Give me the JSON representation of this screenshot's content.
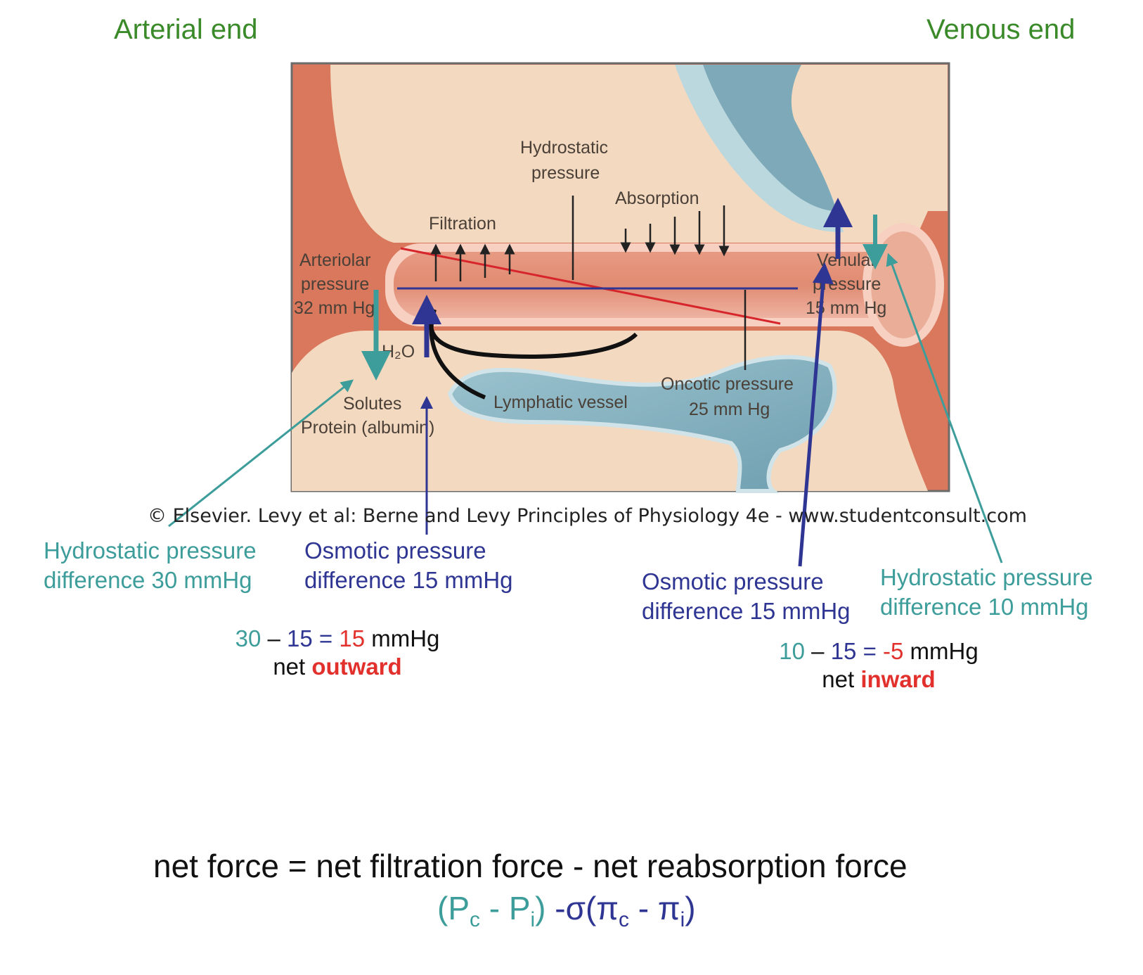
{
  "header": {
    "arterial_end": "Arterial end",
    "venous_end": "Venous end"
  },
  "figure": {
    "hydrostatic_pressure_line1": "Hydrostatic",
    "hydrostatic_pressure_line2": "pressure",
    "absorption": "Absorption",
    "filtration": "Filtration",
    "arteriolar_line1": "Arteriolar",
    "arteriolar_line2": "pressure",
    "arteriolar_line3": "32 mm Hg",
    "venular_line1": "Venular",
    "venular_line2": "pressure",
    "venular_line3": "15 mm Hg",
    "water": "H₂O",
    "solutes": "Solutes",
    "protein": "Protein (albumin)",
    "lymphatic": "Lymphatic vessel",
    "oncotic_line1": "Oncotic pressure",
    "oncotic_line2": "25 mm Hg",
    "credit": "© Elsevier. Levy et al: Berne and Levy Principles of Physiology 4e - www.studentconsult.com"
  },
  "left": {
    "hydro_line1": "Hydrostatic pressure",
    "hydro_line2": "difference 30 mmHg",
    "osm_line1": "Osmotic pressure",
    "osm_line2": "difference 15 mmHg",
    "calc": {
      "a": "30",
      "op1": " – ",
      "b": "15",
      "eq": " = ",
      "result": "15",
      "unit": " mmHg"
    },
    "net_prefix": "net ",
    "net_word": "outward"
  },
  "right": {
    "osm_line1": "Osmotic pressure",
    "osm_line2": "difference 15 mmHg",
    "hydro_line1": "Hydrostatic pressure",
    "hydro_line2": "difference 10 mmHg",
    "calc": {
      "a": "10",
      "op1": " – ",
      "b": "15",
      "eq": " = ",
      "result": "-5",
      "unit": " mmHg"
    },
    "net_prefix": "net ",
    "net_word": "inward"
  },
  "formula": {
    "line1": "net force = net filtration force - net reabsorption force",
    "hydro_open": "(P",
    "hydro_sub_c": "c",
    "hydro_mid": " - P",
    "hydro_sub_i": "i",
    "hydro_close": ")",
    "osm_prefix": " -σ(π",
    "osm_sub_c": "c",
    "osm_mid": " - π",
    "osm_sub_i": "i",
    "osm_close": ")"
  },
  "colors": {
    "hydrostatic": "#3d9d9a",
    "osmotic": "#2e3592",
    "emphasis": "#e2312d",
    "end_labels": "#3a8a2a"
  }
}
